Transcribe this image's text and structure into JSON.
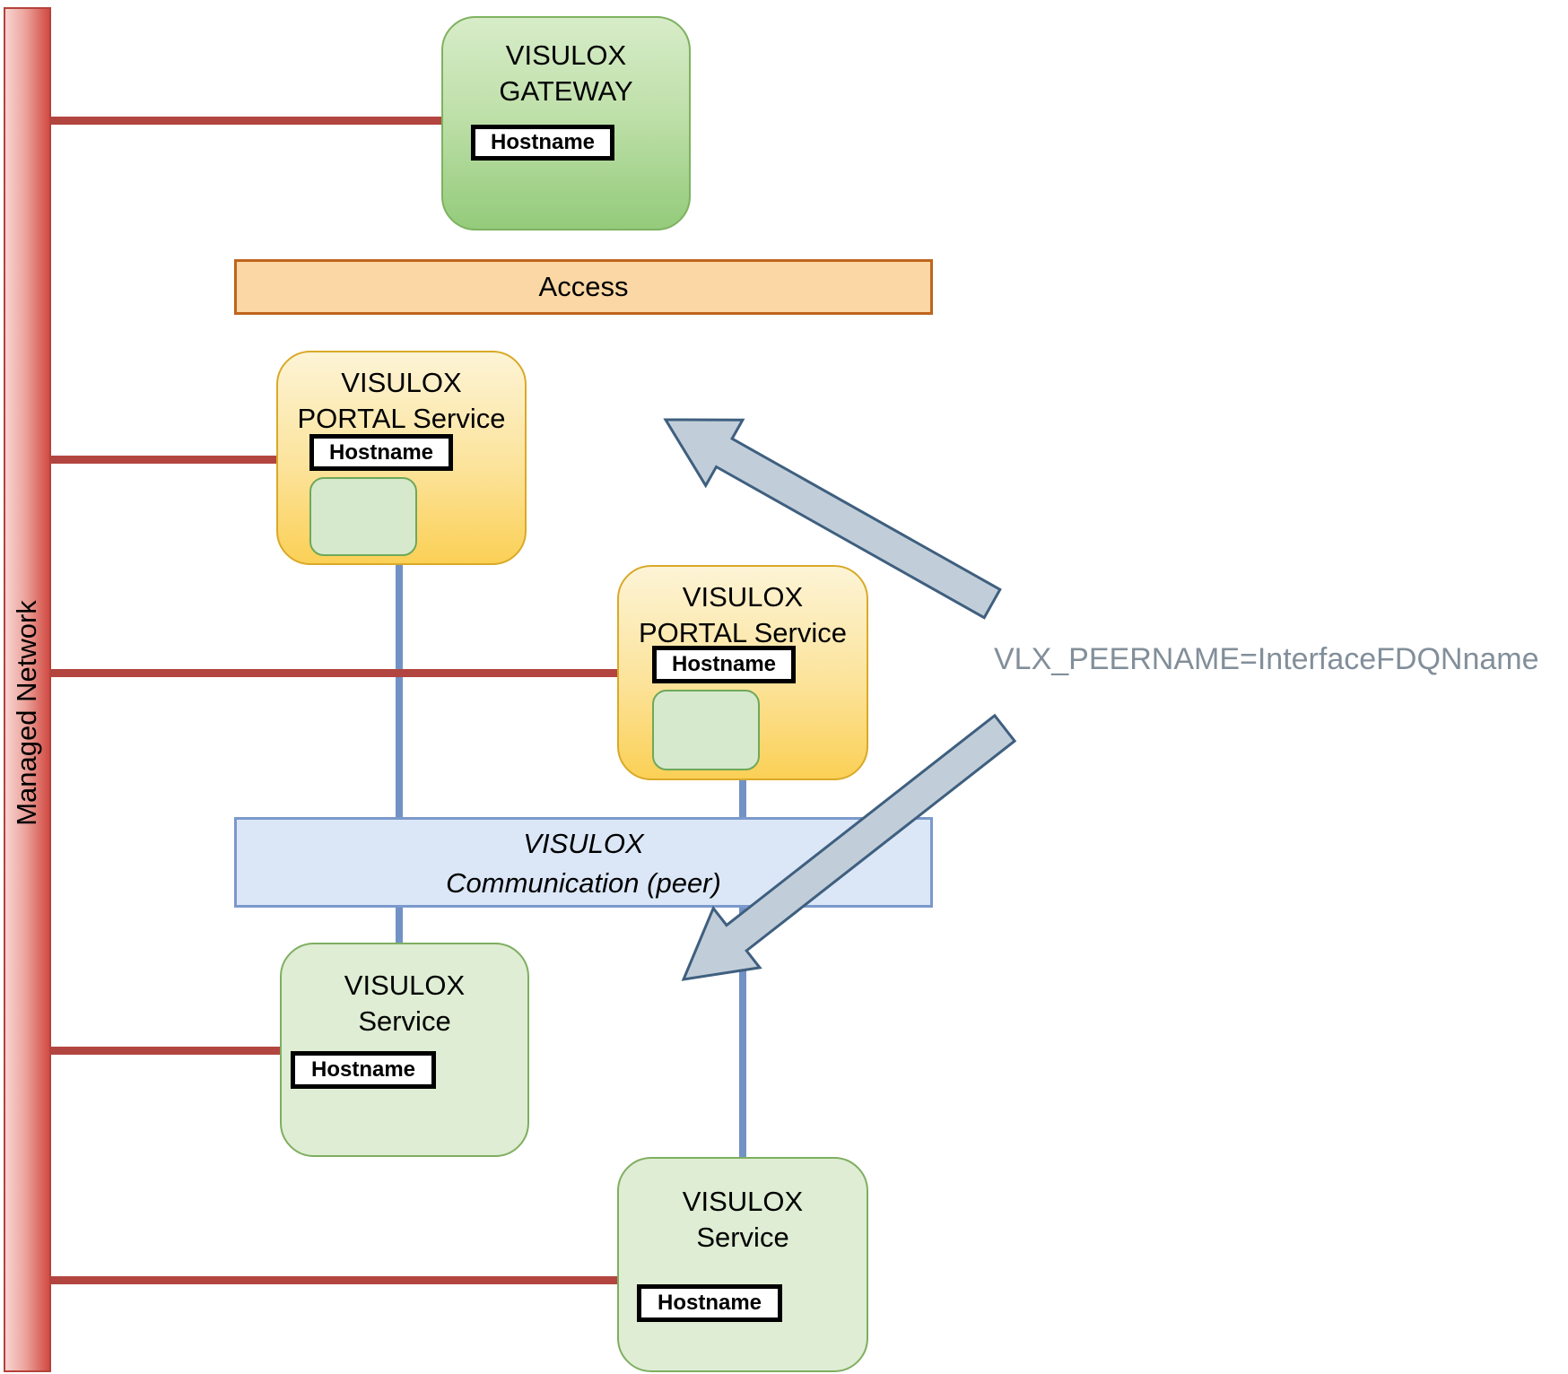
{
  "managed_network": {
    "label": "Managed Network"
  },
  "gateway": {
    "title_line1": "VISULOX",
    "title_line2": "GATEWAY",
    "hostname": "Hostname"
  },
  "access_bar": {
    "label": "Access"
  },
  "portal_service_1": {
    "title_line1": "VISULOX",
    "title_line2": "PORTAL Service",
    "hostname": "Hostname"
  },
  "portal_service_2": {
    "title_line1": "VISULOX",
    "title_line2": "PORTAL Service",
    "hostname": "Hostname"
  },
  "communication_bar": {
    "title_line1": "VISULOX",
    "title_line2": "Communication (peer)"
  },
  "service_1": {
    "title_line1": "VISULOX",
    "title_line2": "Service",
    "hostname": "Hostname"
  },
  "service_2": {
    "title_line1": "VISULOX",
    "title_line2": "Service",
    "hostname": "Hostname"
  },
  "annotation": {
    "peer_name": "VLX_PEERNAME=InterfaceFDQNname"
  },
  "colors": {
    "managed_network_gradient_light": "#f8d4d0",
    "managed_network_gradient_dark": "#d04a42",
    "network_connector_red": "#b2453f",
    "peer_connector_blue": "#7292c6",
    "gateway_fill_top": "#d7ecc8",
    "gateway_fill_bottom": "#94cb7b",
    "gateway_border": "#7eb260",
    "portal_fill_top": "#fdf4d6",
    "portal_fill_bottom": "#fbd056",
    "portal_border": "#d9a928",
    "service_fill": "#deedd3",
    "service_border": "#7fae60",
    "access_fill": "#fad7a4",
    "access_border": "#bf641e",
    "communication_fill": "#dbe7f7",
    "communication_border": "#7b99cc",
    "arrow_fill": "#c1ced9",
    "arrow_outline": "#3f5f7f",
    "annotation_text": "#828f9a"
  }
}
